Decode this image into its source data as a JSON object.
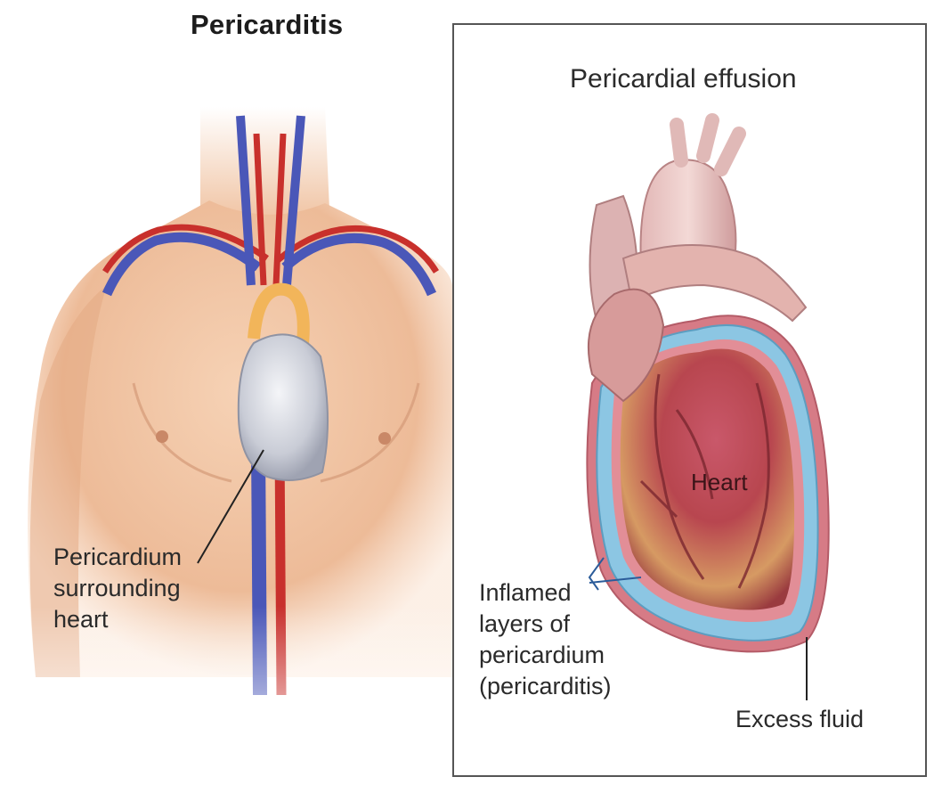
{
  "left_panel": {
    "title": "Pericarditis",
    "callout_lines": [
      "Pericardium",
      "surrounding",
      "heart"
    ]
  },
  "right_panel": {
    "title": "Pericardial effusion",
    "heart_label": "Heart",
    "inflamed_lines": [
      "Inflamed",
      "layers of",
      "pericardium",
      "(pericarditis)"
    ],
    "fluid_label": "Excess fluid"
  },
  "colors": {
    "skin": "#f2c7a6",
    "skin_shadow": "#d9a07f",
    "vein": "#4a57b8",
    "artery": "#c8302c",
    "pericardium_gray": "#c9ccd6",
    "heart_muscle": "#b5434f",
    "fluid": "#8cc6e3",
    "pericardium_layer": "#d67b86"
  }
}
